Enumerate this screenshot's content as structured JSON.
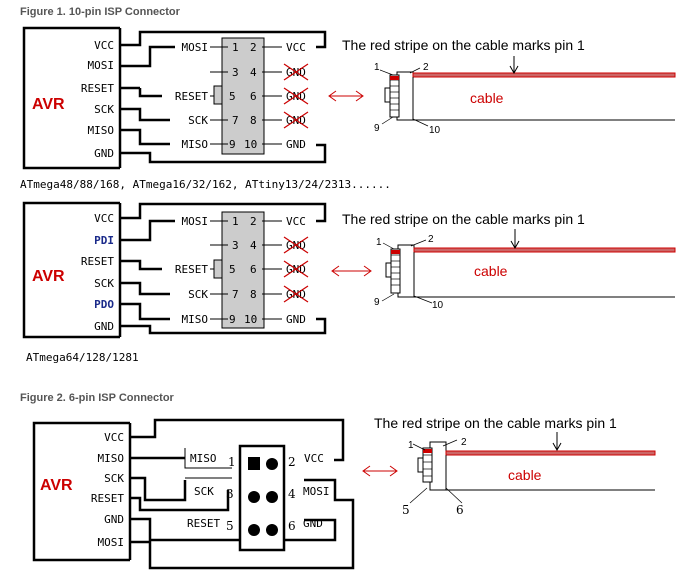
{
  "figure1": {
    "title": "Figure 1. 10-pin ISP Connector",
    "avr_label": "AVR",
    "diagramA": {
      "avr_pins": [
        "VCC",
        "MOSI",
        "RESET",
        "SCK",
        "MISO",
        "GND"
      ],
      "left_signals": [
        "MOSI",
        "RESET",
        "SCK",
        "MISO"
      ],
      "right_signals": [
        "VCC",
        "GND",
        "GND",
        "GND",
        "GND"
      ],
      "pins_left": [
        "1",
        "3",
        "5",
        "7",
        "9"
      ],
      "pins_right": [
        "2",
        "4",
        "6",
        "8",
        "10"
      ],
      "devices": "ATmega48/88/168, ATmega16/32/162, ATtiny13/24/2313......"
    },
    "diagramB": {
      "avr_pins": [
        "VCC",
        "PDI",
        "RESET",
        "SCK",
        "PDO",
        "GND"
      ],
      "left_signals": [
        "MOSI",
        "RESET",
        "SCK",
        "MISO"
      ],
      "right_signals": [
        "VCC",
        "GND",
        "GND",
        "GND",
        "GND"
      ],
      "pins_left": [
        "1",
        "3",
        "5",
        "7",
        "9"
      ],
      "pins_right": [
        "2",
        "4",
        "6",
        "8",
        "10"
      ],
      "devices": "ATmega64/128/1281"
    }
  },
  "figure2": {
    "title": "Figure 2. 6-pin ISP Connector",
    "avr_label": "AVR",
    "avr_pins": [
      "VCC",
      "MISO",
      "SCK",
      "RESET",
      "GND",
      "MOSI"
    ],
    "left_signals": [
      "MISO",
      "SCK",
      "RESET"
    ],
    "right_signals": [
      "VCC",
      "MOSI",
      "GND"
    ],
    "pins_left": [
      "1",
      "3",
      "5"
    ],
    "pins_right": [
      "2",
      "4",
      "6"
    ]
  },
  "cable": {
    "stripe_note": "The red stripe on the cable marks pin 1",
    "label": "cable",
    "pin_first": "1",
    "pin_second": "2",
    "pin_10_a": "9",
    "pin_10_b": "10",
    "pin_6_a": "5",
    "pin_6_b": "6"
  },
  "colors": {
    "stripe": "#cc0000",
    "avr": "#cc0000",
    "connector": "#cccccc"
  }
}
